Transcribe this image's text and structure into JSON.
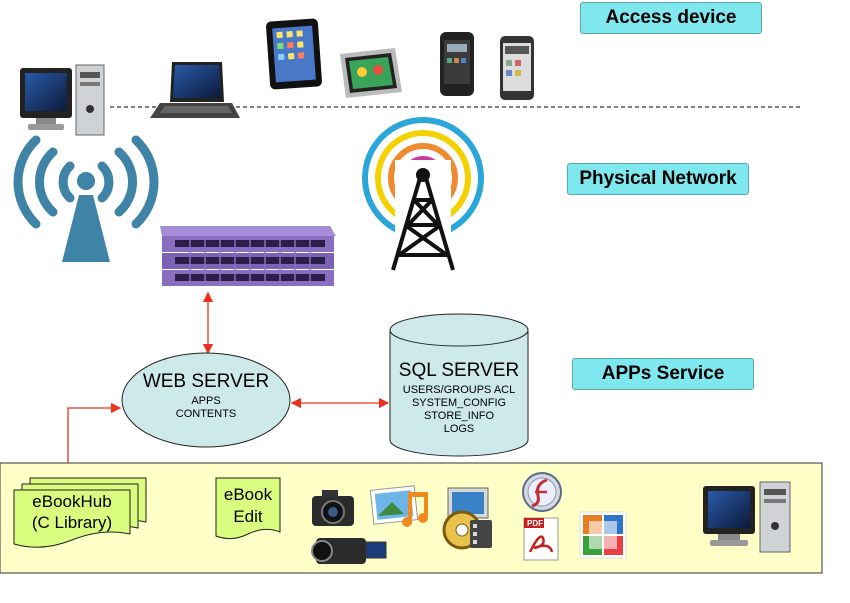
{
  "layers": {
    "access": "Access device",
    "network": "Physical Network",
    "apps": "APPs Service"
  },
  "web_server": {
    "title": "WEB SERVER",
    "lines": [
      "APPS",
      "CONTENTS"
    ]
  },
  "sql_server": {
    "title": "SQL SERVER",
    "lines": [
      "USERS/GROUPS ACL",
      "SYSTEM_CONFIG",
      "STORE_INFO",
      "LOGS"
    ]
  },
  "ebookhub": {
    "line1": "eBookHub",
    "line2": "(C Library)"
  },
  "ebook_edit": {
    "line1": "eBook",
    "line2": "Edit"
  },
  "colors": {
    "label_bg": "#7fe8ef",
    "server_fill": "#cde9ea",
    "bottom_band": "#ffffc8",
    "doc_fill": "#d9fb7e",
    "arrow": "#e8321e",
    "switch": "#8a6fc0"
  },
  "icons": [
    "desktop-computer-icon",
    "laptop-icon",
    "tablet-icon",
    "tablet-icon",
    "smartphone-icon",
    "smartphone-icon",
    "wifi-icon",
    "network-switch-icon",
    "radio-tower-icon",
    "camera-icon",
    "video-camera-icon",
    "image-music-icon",
    "media-player-icon",
    "flash-icon",
    "pdf-icon",
    "office-icon"
  ]
}
